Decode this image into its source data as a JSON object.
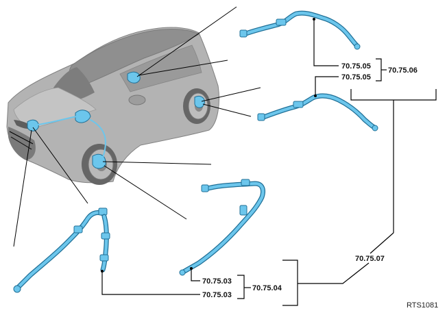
{
  "colors": {
    "hose_fill": "#6cc6ec",
    "hose_edge": "#1f6f96",
    "car_body": "#a9a9a9",
    "car_dark": "#6e6e6e",
    "leader": "#000000"
  },
  "labels": {
    "front_upper_a": "70.75.05",
    "front_upper_b": "70.75.05",
    "front_group": "70.75.06",
    "rear_a": "70.75.03",
    "rear_b": "70.75.03",
    "rear_group": "70.75.04",
    "overall_group": "70.75.07"
  },
  "figure_id": "RTS1081"
}
